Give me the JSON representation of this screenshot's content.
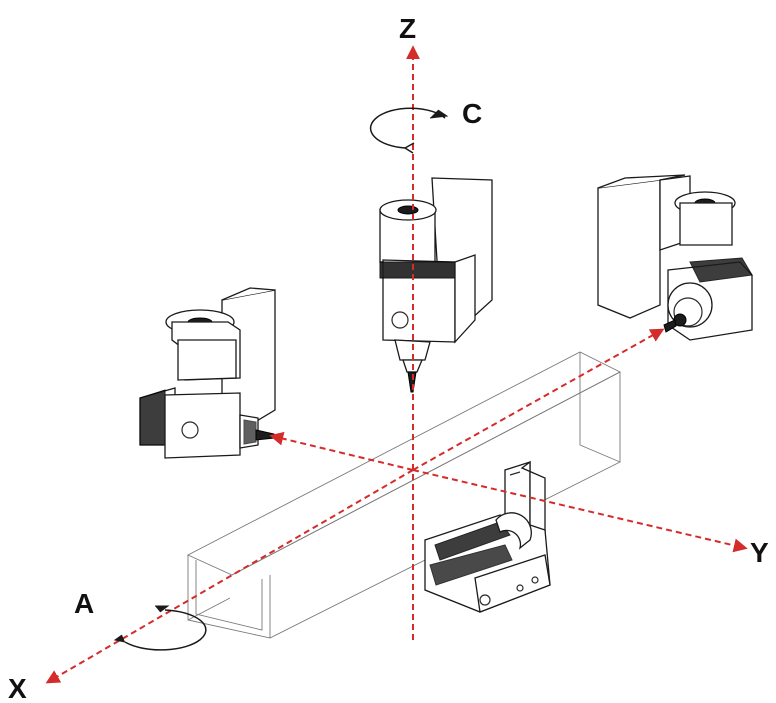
{
  "axes": {
    "x_label": "X",
    "y_label": "Y",
    "z_label": "Z",
    "a_label": "A",
    "c_label": "C"
  },
  "colors": {
    "axis_line": "#d42b2b",
    "outline": "#1a1a1a",
    "background": "#ffffff"
  }
}
